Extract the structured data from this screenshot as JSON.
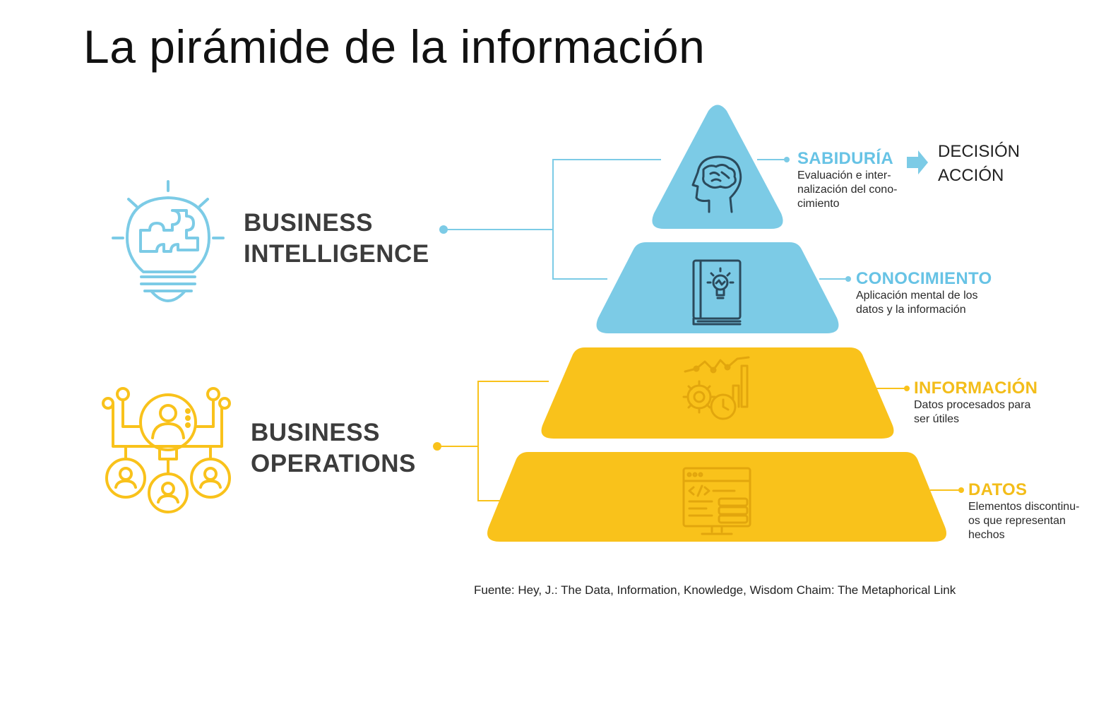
{
  "title": "La pirámide de la información",
  "colors": {
    "blue": "#7ccbe6",
    "yellow": "#f9c21b",
    "blue_text": "#67c3e5",
    "yellow_text": "#f3bd1a",
    "icon_dark": "#2b4a5c",
    "icon_yellow": "#e2a60d"
  },
  "groups": {
    "bi": {
      "line1": "BUSINESS",
      "line2": "INTELLIGENCE",
      "icon": "lightbulb-puzzle-icon"
    },
    "bo": {
      "line1": "BUSINESS",
      "line2": "OPERATIONS",
      "icon": "people-network-icon"
    }
  },
  "levels": [
    {
      "name": "SABIDURÍA",
      "desc": "Evaluación e inter-\nnalización del cono-\ncimiento",
      "icon": "brain-head-icon"
    },
    {
      "name": "CONOCIMIENTO",
      "desc": "Aplicación mental de los\ndatos y la información",
      "icon": "book-lightbulb-icon"
    },
    {
      "name": "INFORMACIÓN",
      "desc": "Datos procesados para\nser útiles",
      "icon": "gears-chart-icon"
    },
    {
      "name": "DATOS",
      "desc": "Elementos discontinu-\nos que representan\nhechos",
      "icon": "monitor-code-icon"
    }
  ],
  "outcome": {
    "line1": "DECISIÓN",
    "line2": "ACCIÓN",
    "icon": "arrow-right-icon"
  },
  "source": "Fuente: Hey, J.: The Data, Information, Knowledge, Wisdom Chaim: The Metaphorical Link"
}
